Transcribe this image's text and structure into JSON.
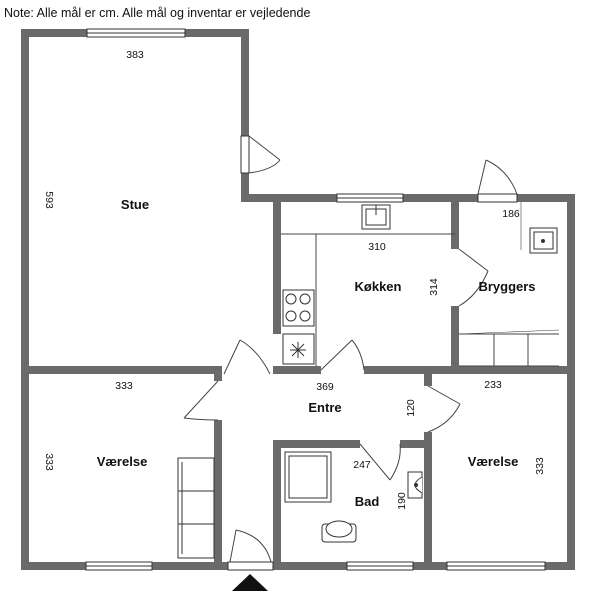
{
  "note": "Note: Alle mål er cm. Alle mål og inventar er vejledende",
  "rooms": {
    "stue": "Stue",
    "kokken": "Køkken",
    "bryggers": "Bryggers",
    "entre": "Entre",
    "vaerelse_left": "Værelse",
    "vaerelse_right": "Værelse",
    "bad": "Bad"
  },
  "dimensions": {
    "stue_width": "383",
    "stue_height": "593",
    "bryggers_width": "186",
    "kokken_width": "310",
    "kokken_height": "314",
    "vaerelse_left_width": "333",
    "vaerelse_left_height": "333",
    "entre_width": "369",
    "entre_height": "120",
    "vaerelse_right_width": "233",
    "vaerelse_right_height": "333",
    "bad_width": "247",
    "bad_height": "190"
  },
  "colors": {
    "wall": "#6a6a6a",
    "line": "#444444"
  }
}
